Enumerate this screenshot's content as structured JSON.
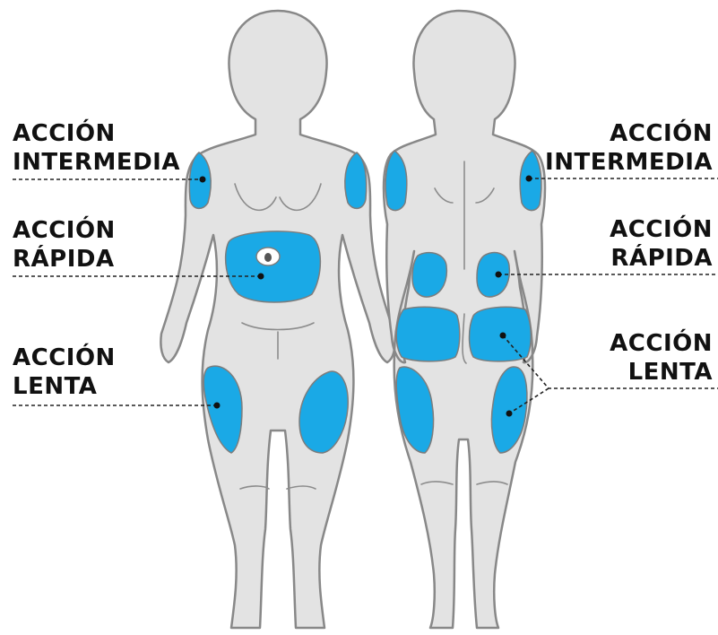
{
  "colors": {
    "zone": "#1aa9e6",
    "body": "#e3e3e3",
    "outline": "#888888",
    "text": "#111111"
  },
  "labels": {
    "intermediate": {
      "line1": "ACCIÓN",
      "line2": "INTERMEDIA"
    },
    "rapid": {
      "line1": "ACCIÓN",
      "line2": "RÁPIDA"
    },
    "slow": {
      "line1": "ACCIÓN",
      "line2": "LENTA"
    }
  },
  "figures": {
    "front": {
      "zones": [
        "upper-arm-left",
        "upper-arm-right",
        "abdomen",
        "thigh-left",
        "thigh-right"
      ]
    },
    "back": {
      "zones": [
        "upper-arm-left",
        "upper-arm-right",
        "lower-back-left",
        "lower-back-right",
        "buttock-left",
        "buttock-right",
        "thigh-left",
        "thigh-right"
      ]
    }
  }
}
